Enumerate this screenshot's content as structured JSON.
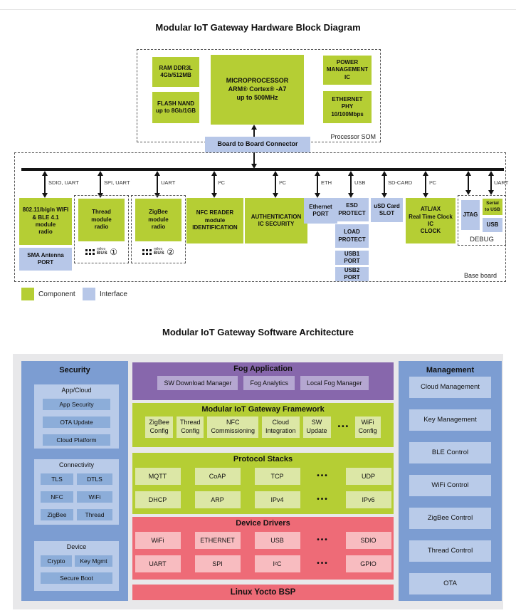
{
  "hardware": {
    "title": "Modular IoT Gateway Hardware Block Diagram",
    "som_label": "Processor SOM",
    "som": {
      "ram": "RAM DDR3L\n4Gb/512MB",
      "flash": "FLASH NAND\nup to 8Gb/1GB",
      "micro": "MICROPROCESSOR\nARM® Cortex® -A7\nup to 500MHz",
      "power": "POWER\nMANAGEMENT\nIC",
      "ethphy": "ETHERNET\nPHY\n10/100Mbps"
    },
    "connector": "Board to Board Connector",
    "baseboard_label": "Base board",
    "bus_labels": [
      "SDIO, UART",
      "SPI, UART",
      "UART",
      "I²C",
      "I²C",
      "ETH",
      "USB",
      "SD-CARD",
      "I²C",
      "UART"
    ],
    "modules": {
      "wifi": "802.11/b/g/n WIFI\n& BLE 4.1\nmodule\nradio",
      "sma": "SMA Antenna\nPORT",
      "thread": "Thread\nmodule\nradio",
      "zigbee": "ZigBee\nmodule\nradio",
      "nfc": "NFC READER\nmodule\nIDENTIFICATION",
      "auth": "AUTHENTICATION\nIC SECURITY",
      "ethport": "Ethernet\nPORT",
      "esd": "ESD\nPROTECT",
      "load": "LOAD\nPROTECT",
      "usb1": "USB1\nPORT",
      "usb2": "USB2\nPORT",
      "usd": "uSD Card\nSLOT",
      "rtc": "ATL/AX\nReal Time Clock\nIC\nCLOCK",
      "jtag": "JTAG",
      "serial_usb": "Serial\nto USB",
      "usb_dbg": "USB",
      "debug_label": "DEBUG"
    },
    "mikrobus": {
      "brand_top": "mikro",
      "brand_bot": "BUS",
      "num1": "①",
      "num2": "②"
    },
    "legend": [
      {
        "label": "Component",
        "color": "#b5ce34"
      },
      {
        "label": "Interface",
        "color": "#b7c7e8"
      }
    ]
  },
  "software": {
    "title": "Modular IoT Gateway Software Architecture",
    "security": {
      "title": "Security",
      "app_cloud": {
        "title": "App/Cloud",
        "items": [
          "App Security",
          "OTA Update",
          "Cloud Platform"
        ]
      },
      "connectivity": {
        "title": "Connectivity",
        "items": [
          "TLS",
          "DTLS",
          "NFC",
          "WiFi",
          "ZigBee",
          "Thread"
        ]
      },
      "device": {
        "title": "Device",
        "items": [
          "Crypto",
          "Key Mgmt",
          "Secure Boot"
        ]
      }
    },
    "fog": {
      "title": "Fog Application",
      "items": [
        "SW Download Manager",
        "Fog Analytics",
        "Local Fog Manager"
      ]
    },
    "framework": {
      "title": "Modular IoT Gateway Framework",
      "items": [
        "ZigBee\nConfig",
        "Thread\nConfig",
        "NFC\nCommissioning",
        "Cloud\nIntegration",
        "SW\nUpdate",
        "•••",
        "WiFi\nConfig"
      ]
    },
    "protocols": {
      "title": "Protocol Stacks",
      "row1": [
        "MQTT",
        "CoAP",
        "TCP",
        "•••",
        "UDP"
      ],
      "row2": [
        "DHCP",
        "ARP",
        "IPv4",
        "•••",
        "IPv6"
      ]
    },
    "drivers": {
      "title": "Device Drivers",
      "row1": [
        "WiFi",
        "ETHERNET",
        "USB",
        "•••",
        "SDIO"
      ],
      "row2": [
        "UART",
        "SPI",
        "I²C",
        "•••",
        "GPIO"
      ]
    },
    "bsp": "Linux Yocto BSP",
    "management": {
      "title": "Management",
      "items": [
        "Cloud Management",
        "Key Management",
        "BLE Control",
        "WiFi Control",
        "ZigBee Control",
        "Thread Control",
        "OTA"
      ]
    }
  }
}
